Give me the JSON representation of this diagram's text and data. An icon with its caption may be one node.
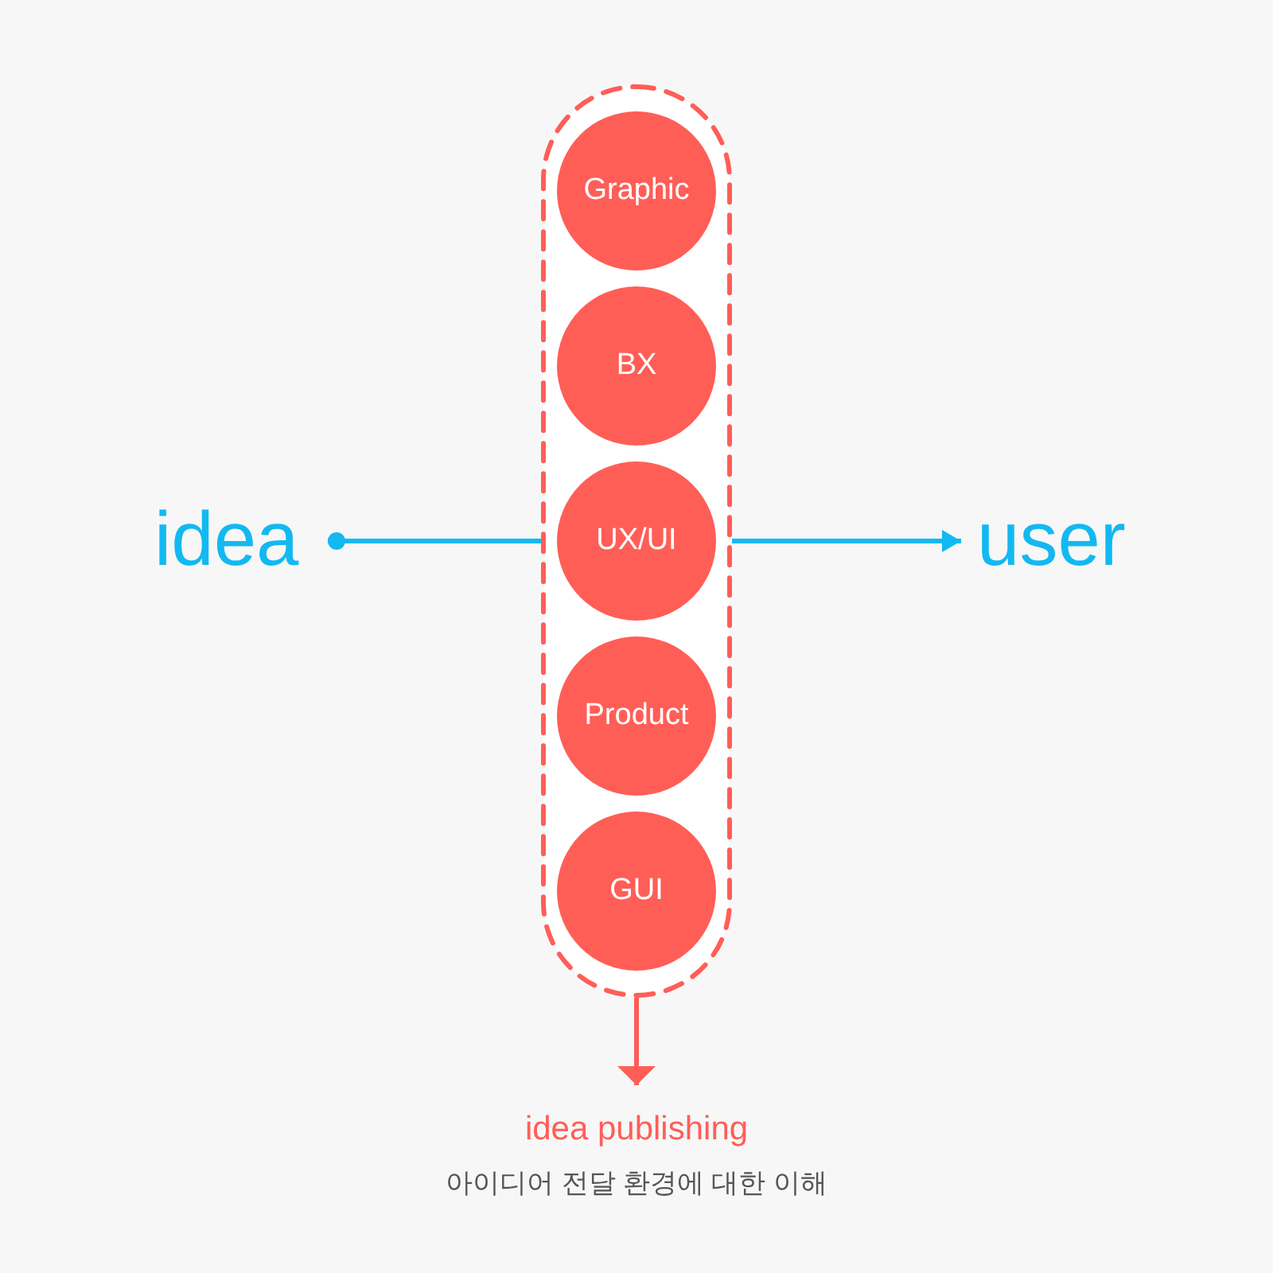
{
  "diagram": {
    "nodes": [
      {
        "text": [
          "idea"
        ]
      },
      {
        "text": [],
        "shape": "box"
      },
      {
        "text": [
          "Graphic"
        ],
        "in": 1
      },
      {
        "text": [
          "BX"
        ],
        "in": 1
      },
      {
        "text": [
          "UX/UI"
        ],
        "in": 1
      },
      {
        "text": [
          "Product"
        ],
        "in": 1
      },
      {
        "text": [
          "GUI"
        ],
        "in": 1
      },
      {
        "text": [
          "user"
        ]
      },
      {
        "text": [
          "idea publishing",
          "아이디어 전달 환경에 대한 이해"
        ]
      }
    ],
    "edges": [
      {
        "from": 0,
        "to": 1,
        "arrow": "other"
      },
      {
        "from": 1,
        "to": 7,
        "arrow": "to"
      },
      {
        "from": 1,
        "to": 8,
        "arrow": "to",
        "color": "#ff5e57"
      }
    ]
  }
}
